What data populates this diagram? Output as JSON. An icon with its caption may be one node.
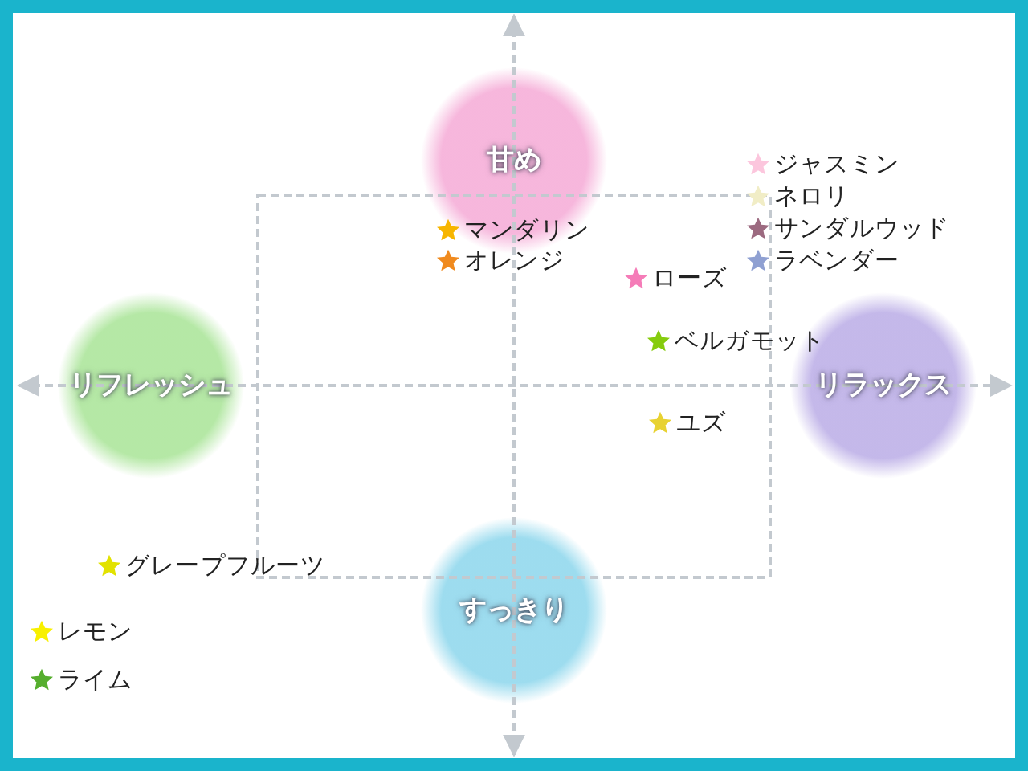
{
  "diagram": {
    "nodes": [
      {
        "text": [
          "甘め"
        ]
      },
      {
        "text": [
          "リフレッシュ"
        ]
      },
      {
        "text": [
          "リラックス"
        ]
      },
      {
        "text": [
          "すっきり"
        ]
      }
    ],
    "labels": [
      "マンダリン",
      "オレンジ",
      "ジャスミン",
      "ネロリ",
      "サンダルウッド",
      "ラベンダー",
      "ローズ",
      "ベルガモット",
      "ユズ",
      "グレープフルーツ",
      "レモン",
      "ライム"
    ]
  }
}
